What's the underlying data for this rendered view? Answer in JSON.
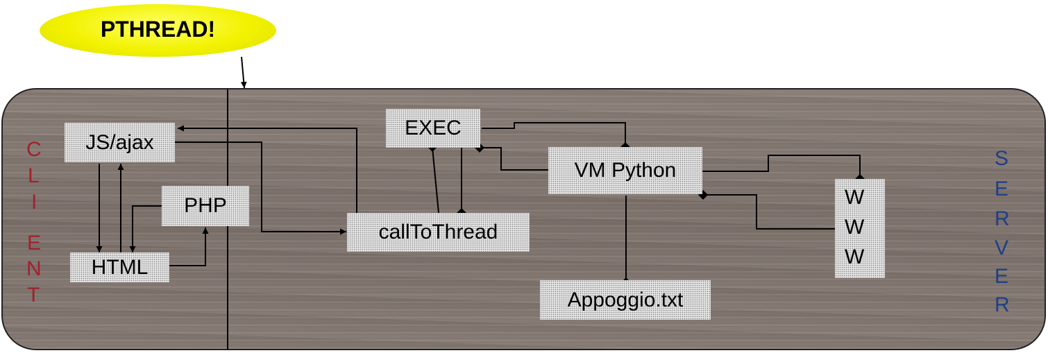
{
  "callout": {
    "label": "PTHREAD!"
  },
  "sides": {
    "client": {
      "letters": [
        "C",
        "L",
        "I",
        "E",
        "N",
        "T"
      ],
      "color": "#a3202c"
    },
    "server": {
      "letters": [
        "S",
        "E",
        "R",
        "V",
        "E",
        "R"
      ],
      "color": "#1f3f86"
    }
  },
  "nodes": {
    "js_ajax": "JS/ajax",
    "php": "PHP",
    "html": "HTML",
    "exec": "EXEC",
    "call_to_thread": "callToThread",
    "vm_python": "VM Python",
    "appoggio": "Appoggio.txt",
    "www": [
      "W",
      "W",
      "W"
    ]
  },
  "colors": {
    "callout_fill": "#f2f200",
    "board": "#827670",
    "box_fill": "#e4e4e4",
    "line": "#000000"
  }
}
